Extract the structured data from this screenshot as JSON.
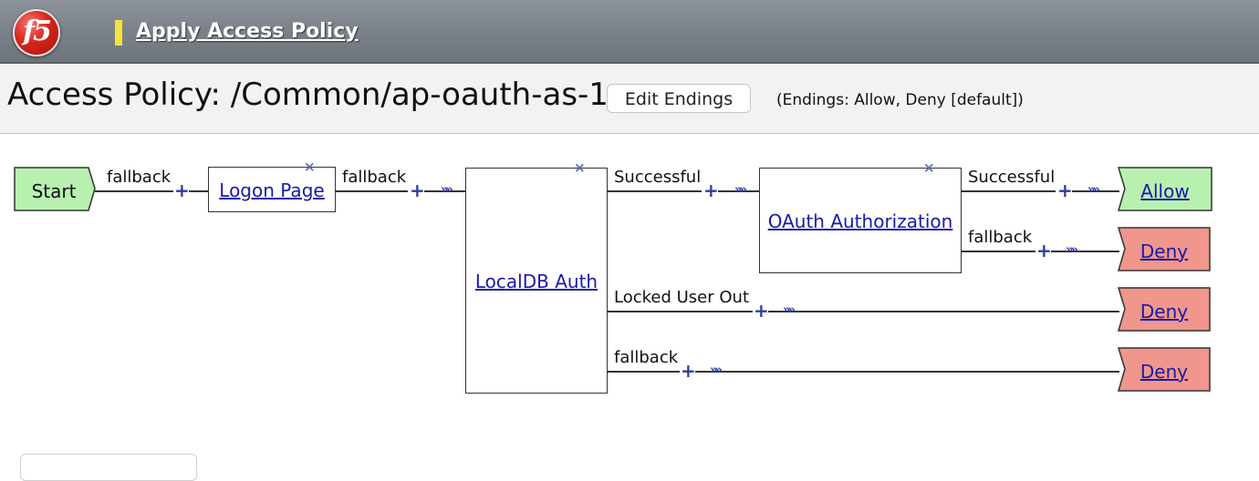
{
  "header": {
    "logo_text": "f5",
    "title": "Apply Access Policy",
    "marker_color": "#f4e33c",
    "logo_color": "#d6251a"
  },
  "page": {
    "title": "Access Policy: /Common/ap-oauth-as-1",
    "edit_endings_label": "Edit Endings",
    "endings_info": "(Endings: Allow, Deny [default])"
  },
  "flow": {
    "start": "Start",
    "logon_page": "Logon Page",
    "localdb_auth": "LocalDB Auth",
    "oauth_authorization": "OAuth Authorization",
    "delete_glyph": "×",
    "plus_glyph": "+",
    "arrow_glyph": "»",
    "branches": {
      "start_fallback": "fallback",
      "logon_fallback": "fallback",
      "localdb_successful": "Successful",
      "localdb_locked": "Locked User Out",
      "localdb_fallback": "fallback",
      "oauth_successful": "Successful",
      "oauth_fallback": "fallback"
    },
    "endings": {
      "allow": "Allow",
      "deny_1": "Deny",
      "deny_2": "Deny",
      "deny_3": "Deny"
    },
    "colors": {
      "allow_fill": "#b8f0b0",
      "deny_fill": "#f0968c",
      "start_fill": "#b8f0b0"
    }
  }
}
